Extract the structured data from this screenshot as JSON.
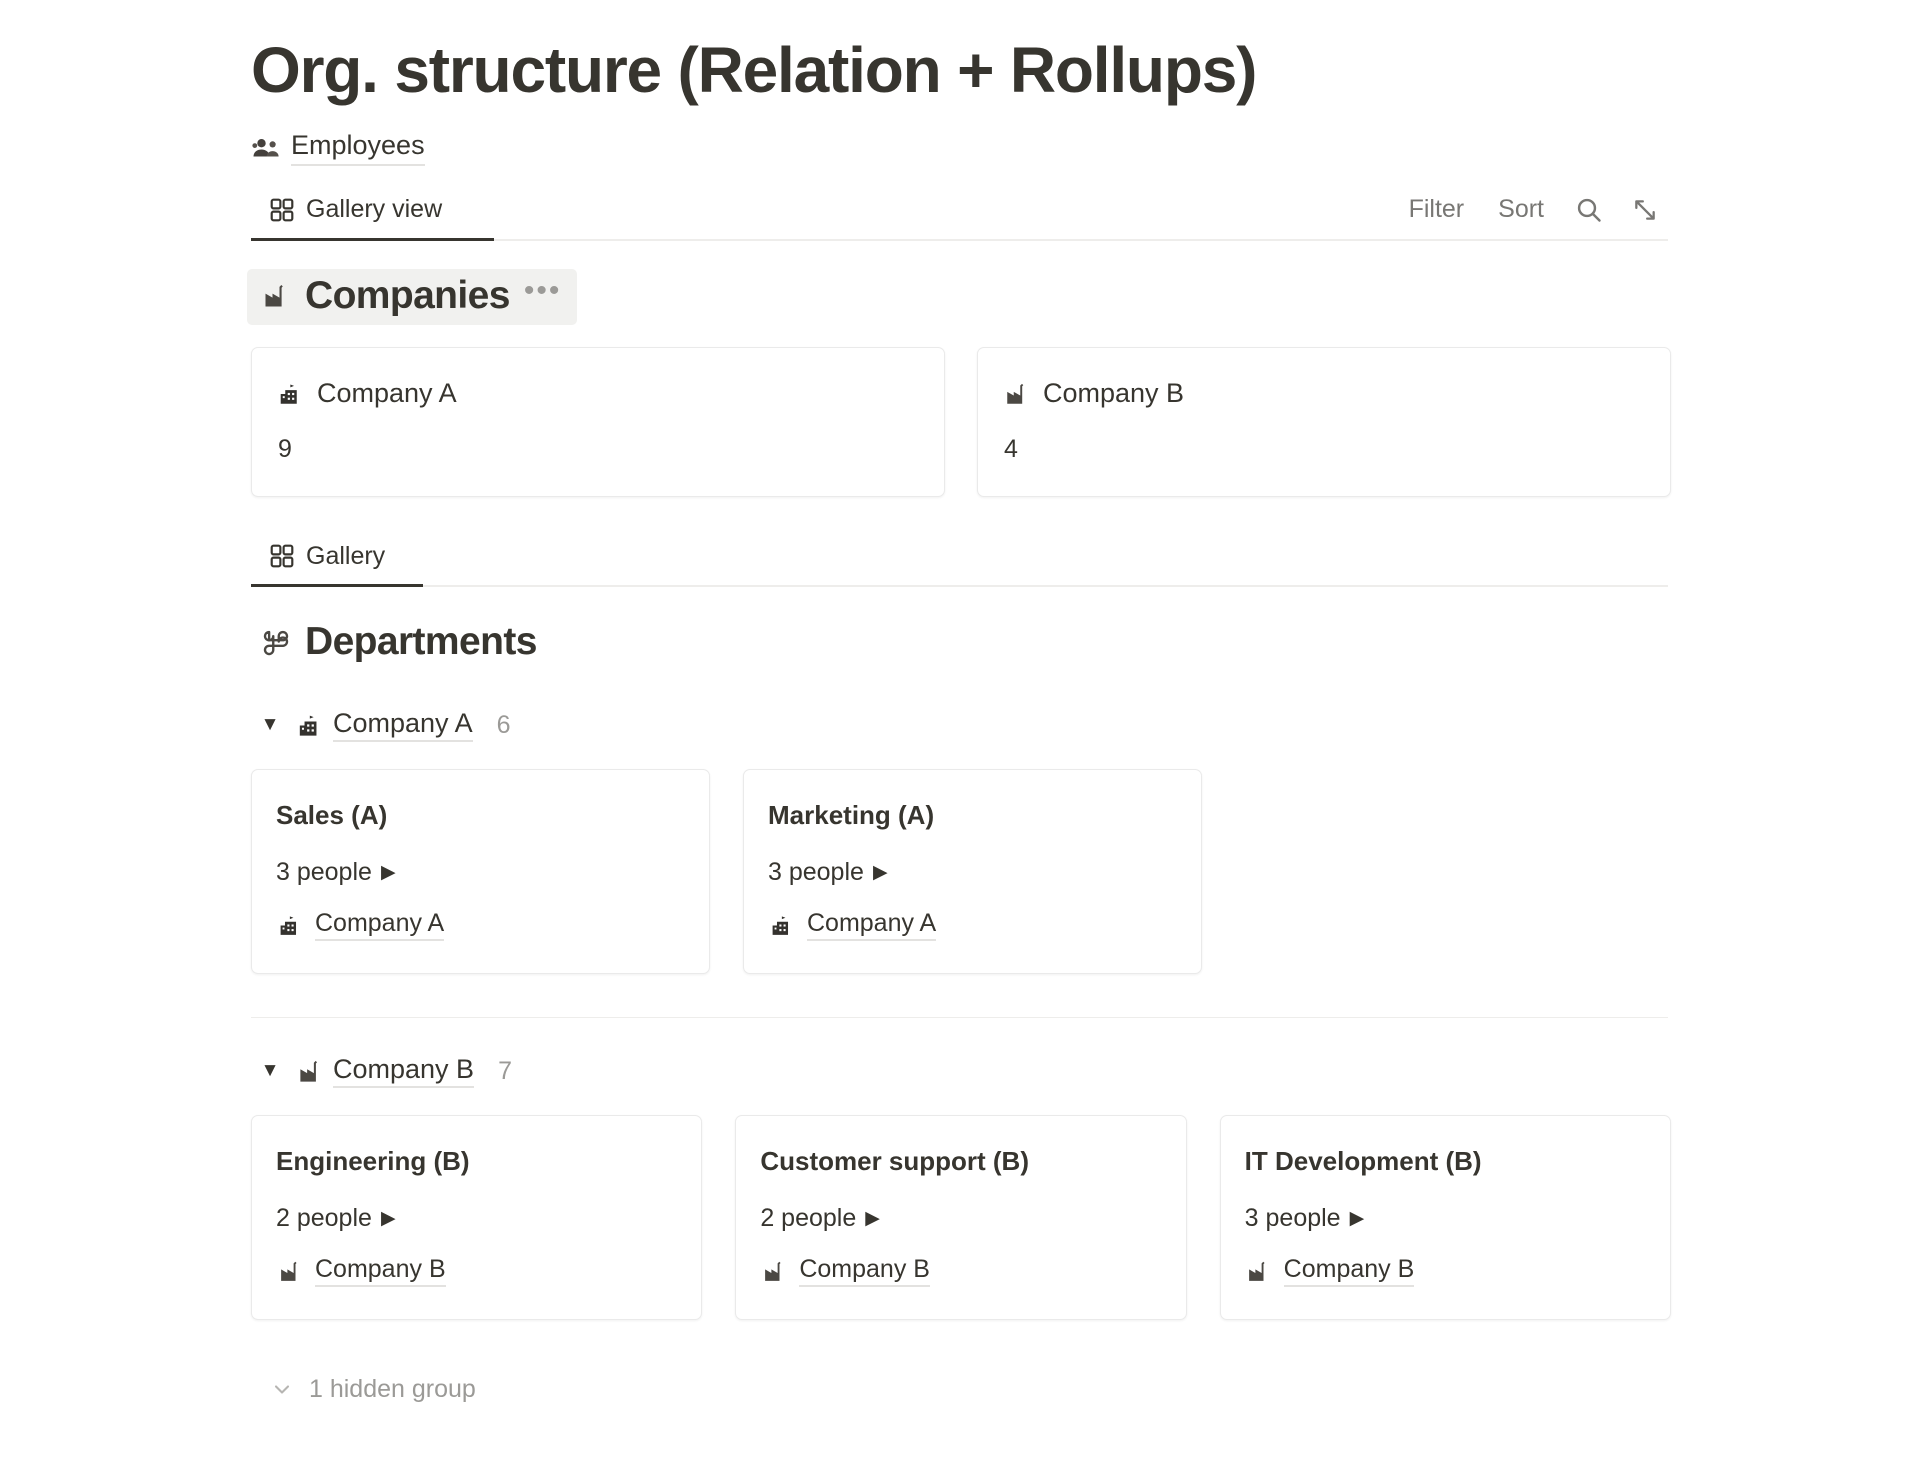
{
  "page": {
    "title": "Org. structure (Relation + Rollups)"
  },
  "breadcrumb": {
    "icon": "people-icon",
    "label": "Employees"
  },
  "toolbar": {
    "view_tab": {
      "icon": "gallery-grid-icon",
      "label": "Gallery view",
      "active": true
    },
    "filter_label": "Filter",
    "sort_label": "Sort",
    "search_icon": "search-icon",
    "expand_icon": "expand-diagonal-icon"
  },
  "companies_section": {
    "icon": "factory-icon",
    "title": "Companies",
    "more_label": "•••",
    "cards": [
      {
        "icon": "school-building-icon",
        "title": "Company A",
        "value": "9"
      },
      {
        "icon": "factory-icon",
        "title": "Company B",
        "value": "4"
      }
    ]
  },
  "departments_toolbar": {
    "view_tab": {
      "icon": "gallery-grid-icon",
      "label": "Gallery",
      "active": true
    }
  },
  "departments_section": {
    "icon": "command-icon",
    "title": "Departments",
    "groups": [
      {
        "caret": "▼",
        "icon": "school-building-icon",
        "name": "Company A",
        "count": "6",
        "cards": [
          {
            "title": "Sales (A)",
            "people": "3 people",
            "people_caret": "▶",
            "relation_icon": "school-building-icon",
            "relation": "Company A"
          },
          {
            "title": "Marketing (A)",
            "people": "3 people",
            "people_caret": "▶",
            "relation_icon": "school-building-icon",
            "relation": "Company A"
          }
        ]
      },
      {
        "caret": "▼",
        "icon": "factory-icon",
        "name": "Company B",
        "count": "7",
        "cards": [
          {
            "title": "Engineering (B)",
            "people": "2 people",
            "people_caret": "▶",
            "relation_icon": "factory-icon",
            "relation": "Company B"
          },
          {
            "title": "Customer support (B)",
            "people": "2 people",
            "people_caret": "▶",
            "relation_icon": "factory-icon",
            "relation": "Company B"
          },
          {
            "title": "IT Development (B)",
            "people": "3 people",
            "people_caret": "▶",
            "relation_icon": "factory-icon",
            "relation": "Company B"
          }
        ]
      }
    ],
    "hidden_group_label": "1 hidden group"
  },
  "colors": {
    "text": "#37352f",
    "muted": "#9b9a97",
    "border": "#eaeaea",
    "header_bg": "#f1f1ef",
    "active_tab": "#37352f"
  }
}
